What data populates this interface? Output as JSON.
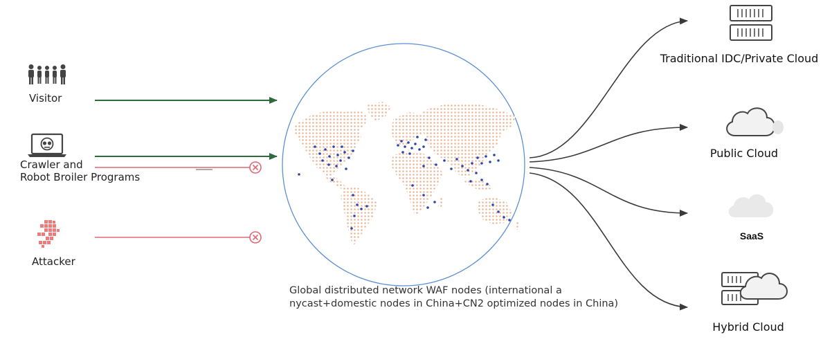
{
  "sources": {
    "visitor": "Visitor",
    "crawler_line1": "Crawler and",
    "crawler_line2": "Robot Broiler Programs",
    "attacker": "Attacker"
  },
  "center_caption": {
    "line1": "Global distributed network WAF nodes (international a",
    "line2": "nycast+domestic nodes in China+CN2 optimized nodes in China)"
  },
  "destinations": {
    "traditional": "Traditional IDC/Private Cloud",
    "public": "Public Cloud",
    "saas": "SaaS",
    "hybrid": "Hybrid Cloud"
  },
  "colors": {
    "allowed_arrow": "#2e6b3a",
    "blocked_line": "#e06672",
    "circle": "#5b8fd4",
    "land": "#e9b89a",
    "node": "#2a47a8",
    "curve": "#3a3a3a"
  },
  "icons": {
    "visitor": "people-group-icon",
    "crawler": "laptop-robot-icon",
    "attacker": "attacker-icon",
    "blocked": "blocked-x-icon",
    "traditional": "server-rack-icon",
    "public": "cloud-icon",
    "saas": "cloud-icon",
    "hybrid": "server-cloud-icon"
  }
}
